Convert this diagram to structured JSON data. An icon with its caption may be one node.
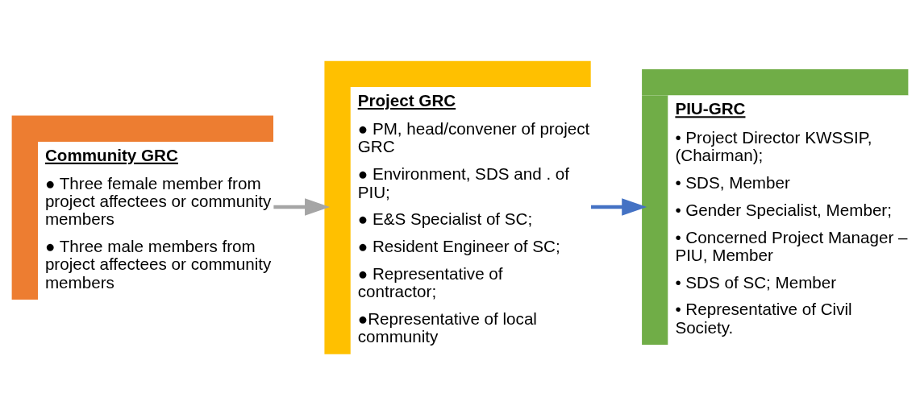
{
  "diagram": {
    "nodes": [
      {
        "text": [
          "Community GRC",
          "● Three female member from project affectees or community members",
          "● Three male members from project affectees or community members"
        ]
      },
      {
        "text": [
          "Project GRC",
          "● PM, head/convener of project GRC",
          "● Environment, SDS and . of PIU;",
          "● E&S Specialist of SC;",
          "● Resident Engineer of SC;",
          "● Representative of contractor;",
          "●Representative of local community"
        ]
      },
      {
        "text": [
          "PIU-GRC",
          "• Project Director KWSSIP, (Chairman);",
          "• SDS, Member",
          "• Gender Specialist, Member;",
          "• Concerned Project Manager – PIU, Member",
          "• SDS of SC; Member",
          "• Representative of Civil Society."
        ]
      }
    ],
    "edges": [
      {
        "from": 0,
        "to": 1,
        "arrow": "to",
        "color": "#a5a5a5"
      },
      {
        "from": 1,
        "to": 2,
        "arrow": "to",
        "color": "#4472c4"
      }
    ]
  }
}
